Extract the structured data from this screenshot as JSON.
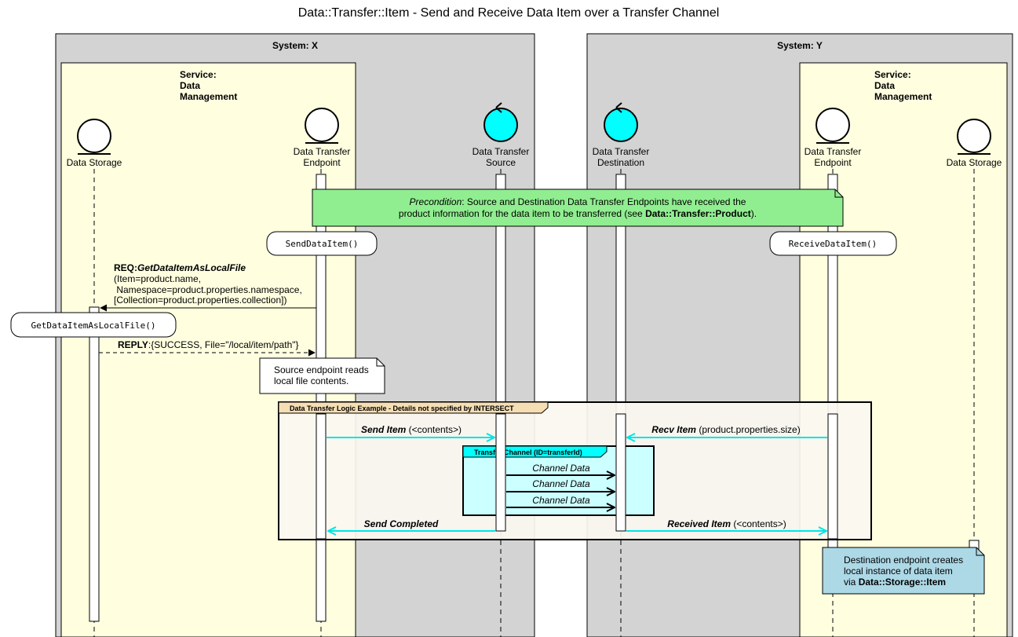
{
  "title": "Data::Transfer::Item - Send and Receive Data Item over a Transfer Channel",
  "systems": {
    "x": {
      "label": "System: X"
    },
    "y": {
      "label": "System: Y"
    }
  },
  "services": {
    "left": {
      "line1": "Service:",
      "line2": "Data",
      "line3": "Management"
    },
    "right": {
      "line1": "Service:",
      "line2": "Data",
      "line3": "Management"
    }
  },
  "participants": {
    "storage_x": {
      "line1": "Data Storage",
      "line2": ""
    },
    "endpoint_x": {
      "line1": "Data Transfer",
      "line2": "Endpoint"
    },
    "source": {
      "line1": "Data Transfer",
      "line2": "Source"
    },
    "destination": {
      "line1": "Data Transfer",
      "line2": "Destination"
    },
    "endpoint_y": {
      "line1": "Data Transfer",
      "line2": "Endpoint"
    },
    "storage_y": {
      "line1": "Data Storage",
      "line2": ""
    }
  },
  "precondition": {
    "label": "Precondition",
    "text1": ": Source and Destination Data Transfer Endpoints have received the",
    "text2": "product information for the data item to be transferred (see ",
    "ref": "Data::Transfer::Product",
    "tail": ")."
  },
  "calls": {
    "send": "SendDataItem()",
    "receive": "ReceiveDataItem()",
    "get_local": "GetDataItemAsLocalFile()"
  },
  "request": {
    "prefix": "REQ:",
    "name": "GetDataItemAsLocalFile",
    "line2": "(Item=product.name,",
    "line3": " Namespace=product.properties.namespace,",
    "line4": "[Collection=product.properties.collection])"
  },
  "reply": {
    "prefix": "REPLY",
    "text": ":{SUCCESS, File=\"/local/item/path\"}"
  },
  "notes": {
    "source_read": {
      "line1": "Source endpoint reads",
      "line2": "local file contents."
    },
    "dest_create": {
      "line1": "Destination endpoint creates",
      "line2": "local instance of data item",
      "line3": "via ",
      "ref": "Data::Storage::Item"
    }
  },
  "group": {
    "label": "Data Transfer Logic Example - Details not specified by INTERSECT"
  },
  "channel": {
    "label": "Transfer Channel (ID=transferId)"
  },
  "messages": {
    "send_item": {
      "name": "Send Item",
      "args": " (<contents>)"
    },
    "recv_item": {
      "name": "Recv Item",
      "args": " (product.properties.size)"
    },
    "channel_data": [
      "Channel Data",
      "Channel Data",
      "Channel Data"
    ],
    "send_completed": {
      "name": "Send Completed",
      "args": ""
    },
    "received_item": {
      "name": "Received Item",
      "args": " (<contents>)"
    }
  },
  "colors": {
    "system_bg": "#d3d3d3",
    "service_bg": "#ffffe0",
    "control_fill": "#00ffff",
    "precondition_bg": "#90ee90",
    "group_bg": "#fbf7f1",
    "group_tab": "#f5deb3",
    "channel_bg": "#ccffff",
    "channel_tab": "#00ffff",
    "async_arrow": "#00ffff",
    "dest_note_bg": "#add8e6"
  }
}
